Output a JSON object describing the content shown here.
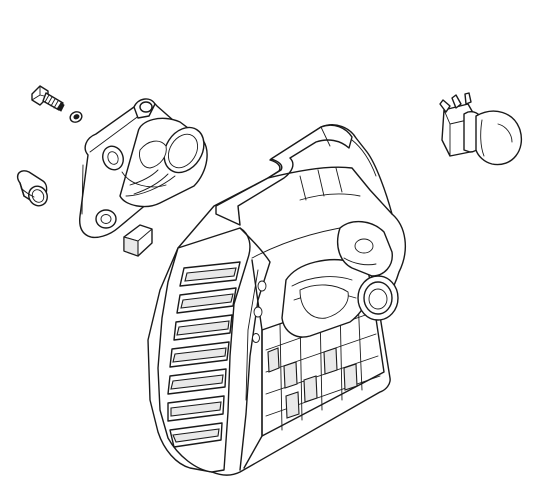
{
  "diagram": {
    "colors": {
      "ink": "#1a1a1a",
      "paper": "#ffffff"
    },
    "parts": [
      {
        "id": "screw",
        "icon": "screw-icon"
      },
      {
        "id": "washer",
        "icon": "washer-icon"
      },
      {
        "id": "bushing",
        "icon": "bushing-icon"
      },
      {
        "id": "carburetor-adapter",
        "icon": "flange-icon"
      },
      {
        "id": "nut",
        "icon": "hex-nut-icon"
      },
      {
        "id": "air-filter-housing",
        "icon": "housing-icon"
      },
      {
        "id": "primer-bulb",
        "icon": "primer-bulb-icon"
      }
    ]
  }
}
